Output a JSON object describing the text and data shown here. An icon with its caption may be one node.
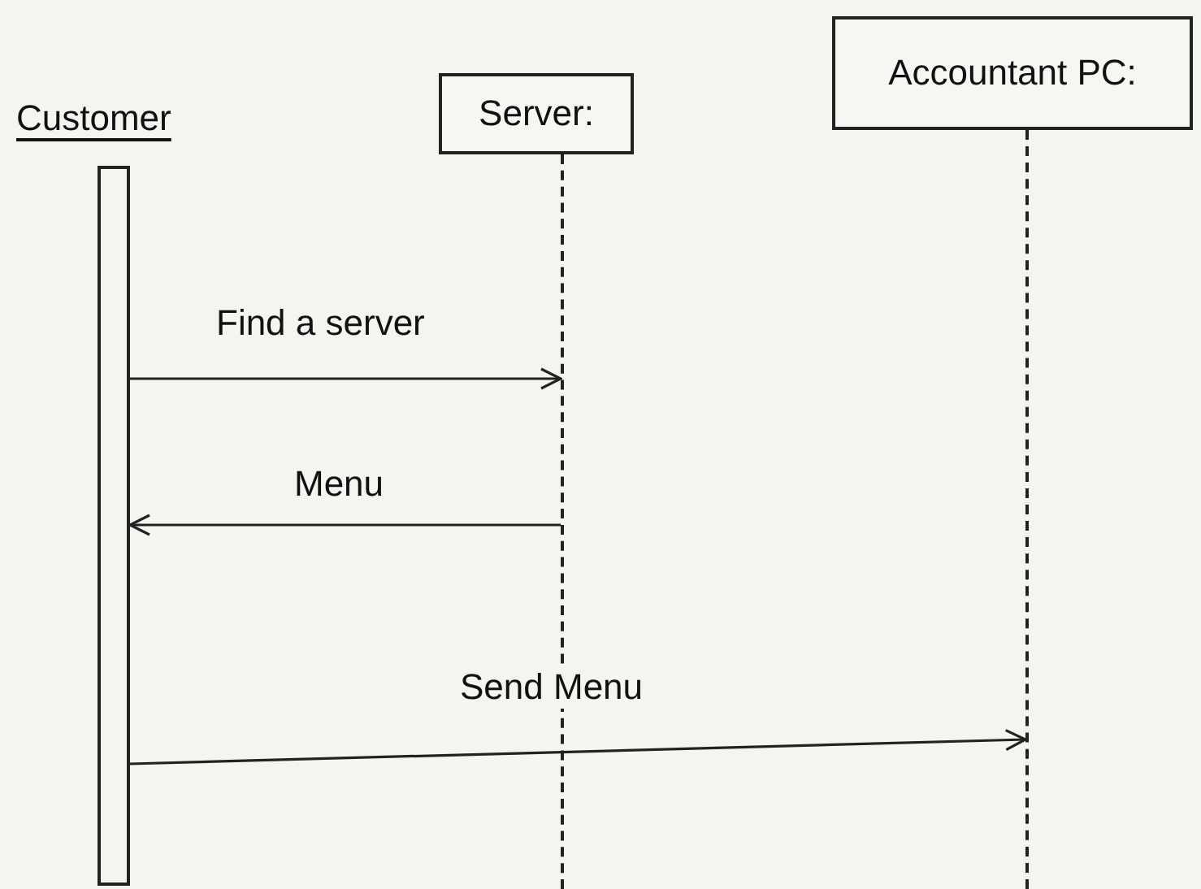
{
  "diagram": {
    "nodes": [
      {
        "text": [
          "Customer"
        ]
      },
      {
        "text": [],
        "shape": "bar"
      },
      {
        "text": [
          "Server:"
        ]
      },
      {
        "text": [],
        "shape": "line"
      },
      {
        "text": [
          "Accountant PC:"
        ]
      },
      {
        "text": [],
        "shape": "line"
      }
    ],
    "edges": [
      {
        "from": 1,
        "to": 3,
        "arrow": "to",
        "label": "Find a server"
      },
      {
        "from": 3,
        "to": 1,
        "arrow": "to",
        "label": "Menu"
      },
      {
        "from": 1,
        "to": 5,
        "arrow": "to",
        "label": "Send Menu"
      }
    ]
  }
}
